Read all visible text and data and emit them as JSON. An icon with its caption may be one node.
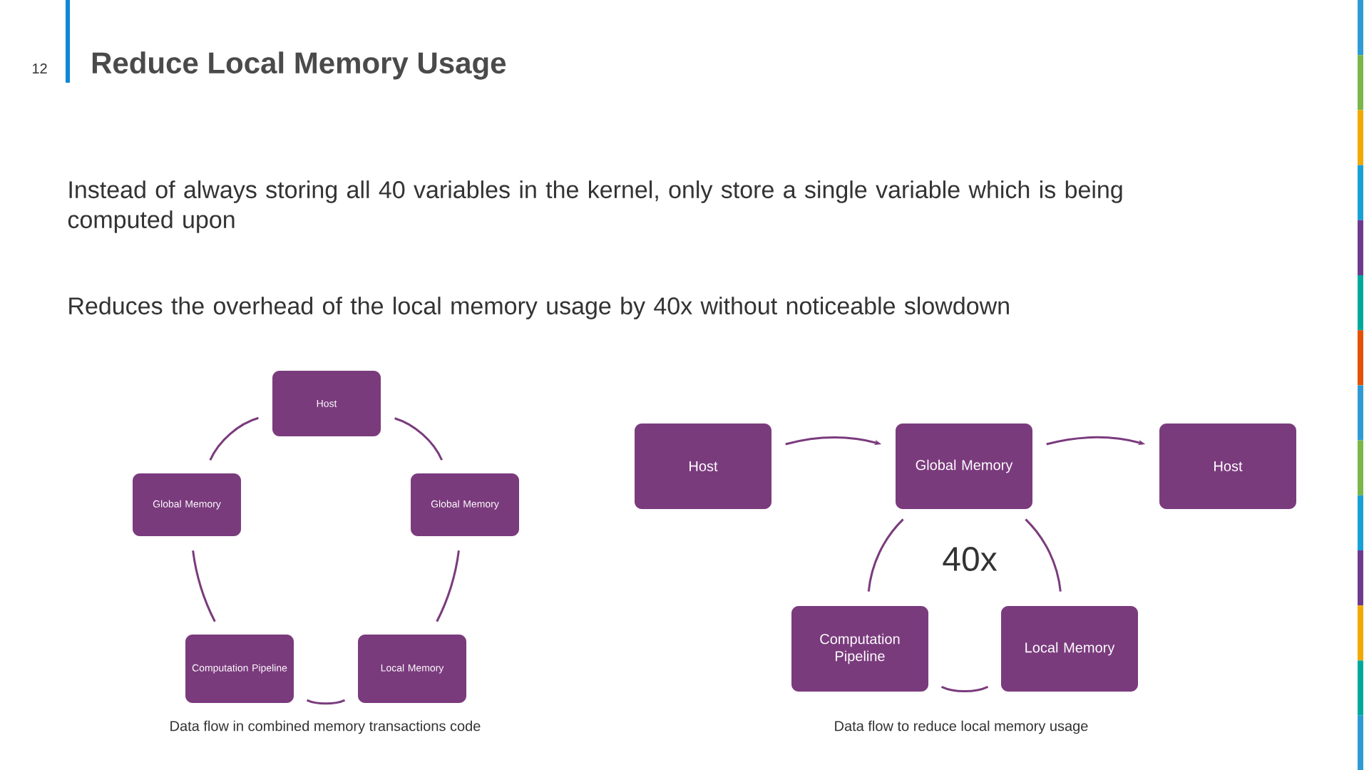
{
  "diagram": {
    "title": "Reduce Local Memory Usage",
    "nodes": [
      {
        "text": [
          "Host"
        ]
      },
      {
        "text": [
          "Global Memory"
        ]
      },
      {
        "text": [
          "Global Memory"
        ]
      },
      {
        "text": [
          "Computation Pipeline"
        ]
      },
      {
        "text": [
          "Local Memory"
        ]
      },
      {
        "text": [
          "Host"
        ]
      },
      {
        "text": [
          "Global Memory"
        ]
      },
      {
        "text": [
          "Host"
        ]
      },
      {
        "text": [
          "Computation Pipeline"
        ]
      },
      {
        "text": [
          "Local Memory"
        ]
      }
    ],
    "edges": [
      {
        "from": 0,
        "to": 2,
        "arrow": "none"
      },
      {
        "from": 2,
        "to": 4,
        "arrow": "none"
      },
      {
        "from": 4,
        "to": 3,
        "arrow": "none"
      },
      {
        "from": 3,
        "to": 1,
        "arrow": "none"
      },
      {
        "from": 1,
        "to": 0,
        "arrow": "none"
      },
      {
        "from": 5,
        "to": 6,
        "arrow": "to"
      },
      {
        "from": 6,
        "to": 7,
        "arrow": "to"
      },
      {
        "from": 6,
        "to": 9,
        "arrow": "none"
      },
      {
        "from": 9,
        "to": 8,
        "arrow": "none"
      },
      {
        "from": 8,
        "to": 6,
        "arrow": "none"
      }
    ],
    "labels": [
      "12",
      "Instead of always storing all 40 variables in the kernel, only store a single variable which is being computed upon",
      "Reduces the overhead of the local memory usage by 40x without noticeable slowdown",
      "40x",
      "Data flow in combined memory transactions code",
      "Data flow to reduce local memory usage"
    ]
  }
}
